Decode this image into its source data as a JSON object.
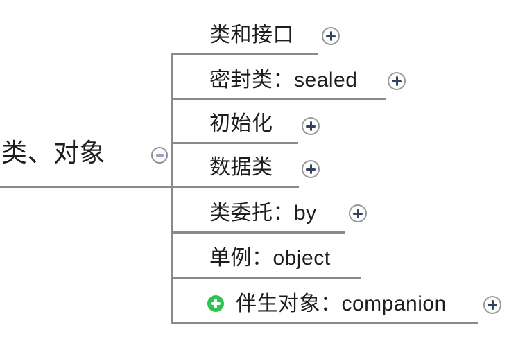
{
  "mindmap": {
    "root": {
      "label": "类、对象"
    },
    "children": [
      {
        "label": "类和接口"
      },
      {
        "label": "密封类：sealed"
      },
      {
        "label": "初始化"
      },
      {
        "label": "数据类"
      },
      {
        "label": "类委托：by"
      },
      {
        "label": "单例：object"
      },
      {
        "label": "伴生对象：companion"
      }
    ],
    "colors": {
      "background": "#ffffff",
      "text": "#1d1d1d",
      "line": "#8a8a8a",
      "expand_button_border": "#9a9a9a",
      "expand_plus": "#32415f",
      "collapse_minus": "#95a4bd",
      "task_icon_green": "#2ec451"
    }
  }
}
